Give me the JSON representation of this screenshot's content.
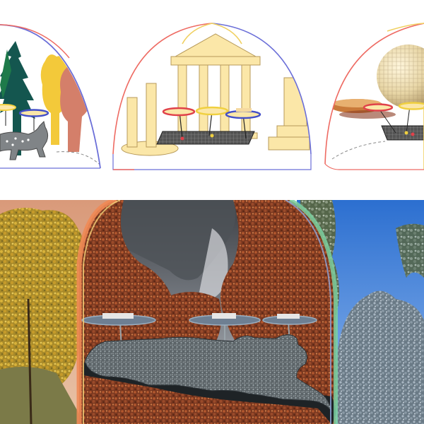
{
  "figure": {
    "panels": [
      {
        "id": "forest-dome",
        "theme": "forest"
      },
      {
        "id": "temple-dome",
        "theme": "temple"
      },
      {
        "id": "planet-dome",
        "theme": "planets"
      }
    ],
    "render": {
      "scene": "autumn-forest-with-dome",
      "map": "united-states"
    }
  },
  "colors": {
    "dome_red": "#ee6b63",
    "dome_blue": "#6b6fd8",
    "dome_yellow": "#f0d060",
    "disc_red": "#e0414a",
    "disc_yellow": "#f0d040",
    "disc_blue": "#4450c8",
    "cream": "#fbe7a8",
    "forest_green": "#14564f",
    "forest_yellow": "#f3c93a",
    "forest_salmon": "#d47f6a",
    "sky_blue": "#3f82d6",
    "foliage_autumn": "#9a4a2a",
    "map_grey": "#6c757b"
  }
}
